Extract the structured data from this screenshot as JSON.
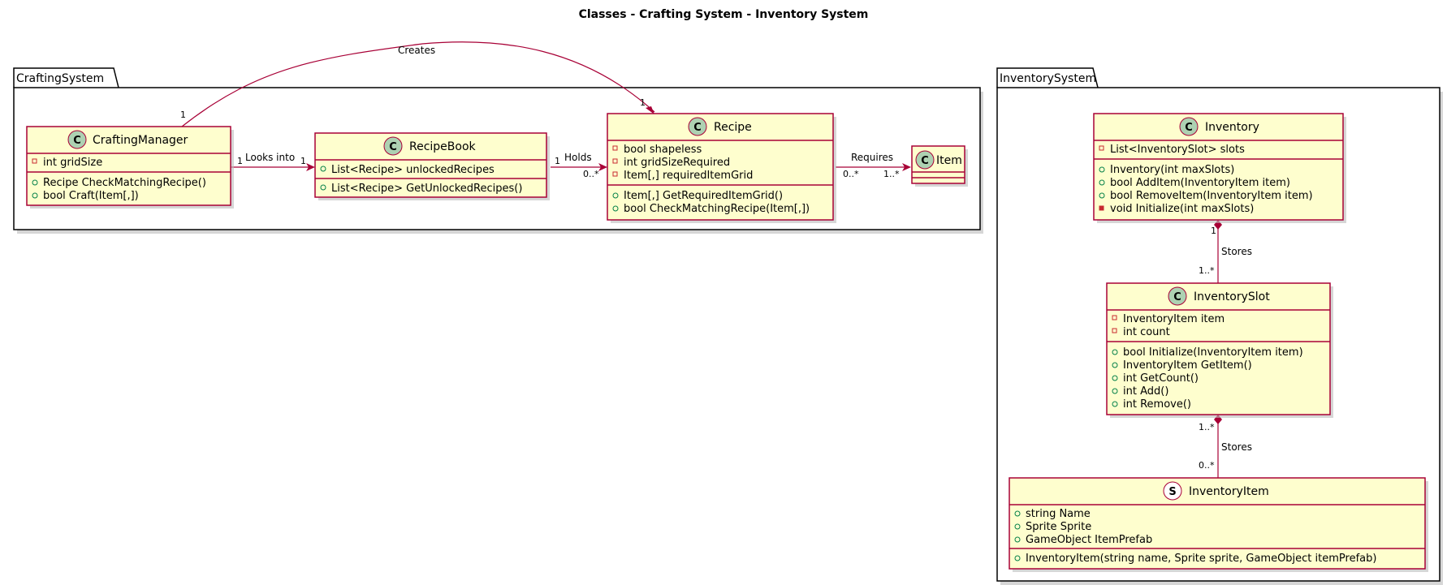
{
  "title": "Classes - Crafting System - Inventory System",
  "packages": {
    "crafting": "CraftingSystem",
    "inventory": "InventorySystem"
  },
  "classes": {
    "crafting_manager": {
      "stereotype": "C",
      "name": "CraftingManager",
      "fields": [
        "int gridSize"
      ],
      "methods": [
        "Recipe CheckMatchingRecipe()",
        "bool Craft(Item[,])"
      ]
    },
    "recipe_book": {
      "stereotype": "C",
      "name": "RecipeBook",
      "fields": [
        "List<Recipe> unlockedRecipes"
      ],
      "methods": [
        "List<Recipe> GetUnlockedRecipes()"
      ]
    },
    "recipe": {
      "stereotype": "C",
      "name": "Recipe",
      "fields": [
        "bool shapeless",
        "int gridSizeRequired",
        "Item[,] requiredItemGrid"
      ],
      "methods": [
        "Item[,] GetRequiredItemGrid()",
        "bool CheckMatchingRecipe(Item[,])"
      ]
    },
    "item": {
      "stereotype": "C",
      "name": "Item",
      "fields": [],
      "methods": []
    },
    "inventory": {
      "stereotype": "C",
      "name": "Inventory",
      "fields": [
        "List<InventorySlot> slots"
      ],
      "methods": [
        "Inventory(int maxSlots)",
        "bool AddItem(InventoryItem item)",
        "bool RemoveItem(InventoryItem item)",
        "void Initialize(int maxSlots)"
      ]
    },
    "inventory_slot": {
      "stereotype": "C",
      "name": "InventorySlot",
      "fields": [
        "InventoryItem item",
        "int count"
      ],
      "methods": [
        "bool Initialize(InventoryItem item)",
        "InventoryItem GetItem()",
        "int GetCount()",
        "int Add()",
        "int Remove()"
      ]
    },
    "inventory_item": {
      "stereotype": "S",
      "name": "InventoryItem",
      "fields": [
        "string Name",
        "Sprite Sprite",
        "GameObject ItemPrefab"
      ],
      "methods": [
        "InventoryItem(string name, Sprite sprite, GameObject itemPrefab)"
      ]
    }
  },
  "relations": {
    "creates": {
      "label": "Creates",
      "from_mult": "1",
      "to_mult": "1"
    },
    "looks_into": {
      "label": "Looks into",
      "from_mult": "1",
      "to_mult": "1"
    },
    "holds": {
      "label": "Holds",
      "from_mult": "1",
      "to_mult": "0..*"
    },
    "requires": {
      "label": "Requires",
      "from_mult": "0..*",
      "to_mult": "1..*"
    },
    "stores_slots": {
      "label": "Stores",
      "from_mult": "1",
      "to_mult": "1..*"
    },
    "stores_items": {
      "label": "Stores",
      "from_mult": "1..*",
      "to_mult": "0..*"
    }
  },
  "colors": {
    "class_fill": "#FEFECE",
    "border": "#A80036",
    "class_circle": "#ADD1B2",
    "struct_circle": "#ffffff",
    "private_marker": "#C82930",
    "public_marker": "#84BE84"
  }
}
